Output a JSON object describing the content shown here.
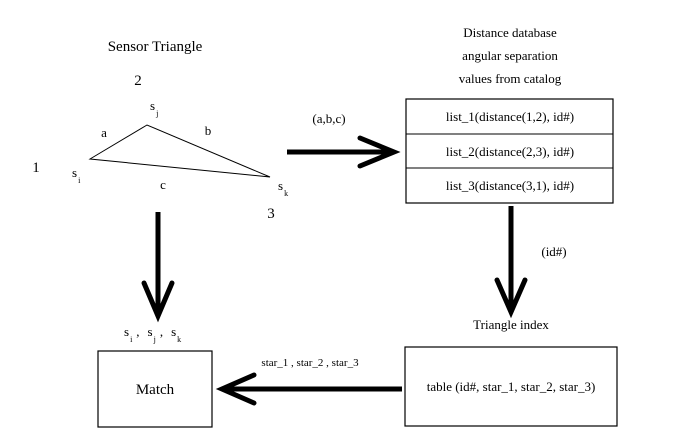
{
  "sensor_triangle": {
    "title": "Sensor Triangle",
    "vertex_numbers": {
      "left": "1",
      "top": "2",
      "right": "3"
    },
    "star_labels": {
      "i": "i",
      "j": "j",
      "k": "k",
      "s": "s"
    },
    "side_labels": {
      "a": "a",
      "b": "b",
      "c": "c"
    }
  },
  "edge_labels": {
    "abc": "(a,b,c)",
    "id": "(id#)",
    "stars": "star_1 , star_2 , star_3"
  },
  "output_labels": {
    "s": "s",
    "i": "i",
    "j": "j",
    "k": "k",
    "comma": ","
  },
  "distance_db": {
    "title_lines": [
      "Distance database",
      "angular separation",
      "values from catalog"
    ],
    "rows": [
      "list_1(distance(1,2), id#)",
      "list_2(distance(2,3), id#)",
      "list_3(distance(3,1), id#)"
    ]
  },
  "triangle_index": {
    "title": "Triangle index",
    "row": "table (id#, star_1, star_2, star_3)"
  },
  "match": {
    "label": "Match"
  }
}
